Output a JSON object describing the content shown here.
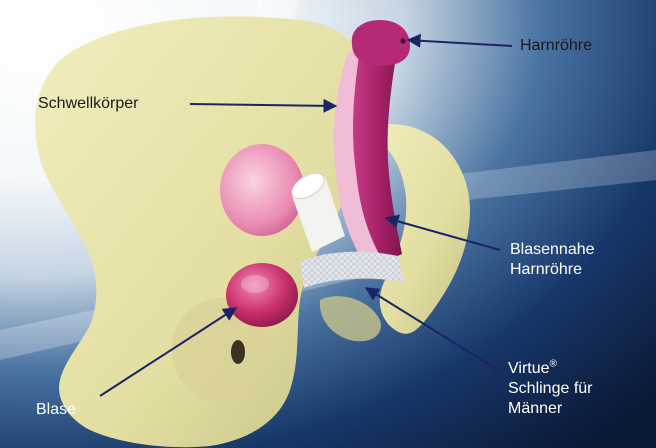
{
  "labels": {
    "harnroehre": "Harnröhre",
    "schwellkoerper": "Schwellkörper",
    "blasennahe_line1": "Blasennahe",
    "blasennahe_line2": "Harnröhre",
    "virtue_line1": "Virtue",
    "virtue_mark": "®",
    "virtue_line2": "Schlinge für",
    "virtue_line3": "Männer",
    "blase": "Blase"
  },
  "colors": {
    "background_light": "#f4f8fb",
    "background_dark": "#0d1e3f",
    "pelvis_bone": "#e6e2a6",
    "urethra": "#a8236a",
    "corpus_cavernosum": "#f0bcd6",
    "bladder": "#c9306e",
    "sling_mesh": "#e4e6ec",
    "leader_lines": "#1c2466"
  }
}
